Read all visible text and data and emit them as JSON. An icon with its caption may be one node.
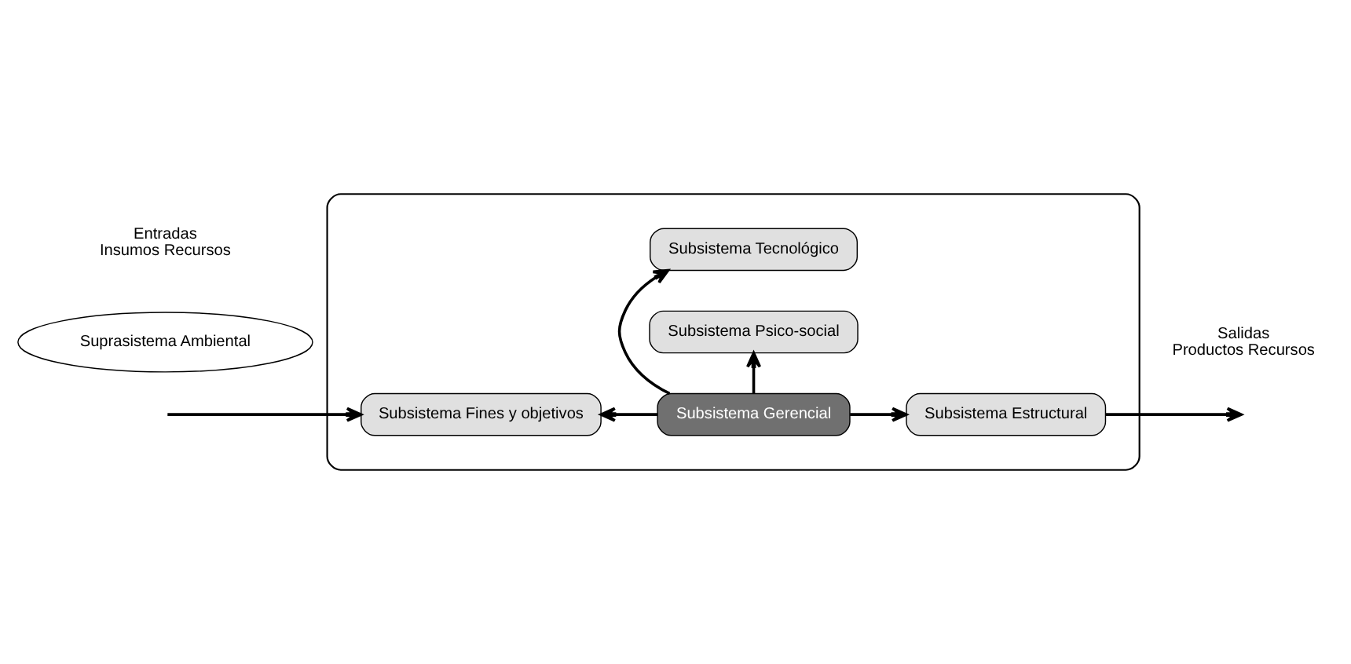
{
  "diagram": {
    "nodes": [
      {
        "text": [],
        "shape": "ellipse"
      },
      {
        "text": [
          "Suprasistema Ambiental"
        ]
      },
      {
        "text": [
          "Subsistema Tecnológico"
        ],
        "in": 0
      },
      {
        "text": [
          "Subsistema Fines y objetivos"
        ],
        "in": 0
      },
      {
        "text": [
          "Subsistema Gerencial"
        ],
        "in": 0
      },
      {
        "text": [
          "Subsistema Estructural"
        ],
        "in": 0
      },
      {
        "text": [
          "Subsistema Psico-social"
        ],
        "in": 0
      }
    ],
    "edges": [
      {
        "from": null,
        "to": 3,
        "arrow": "to"
      },
      {
        "from": 4,
        "to": 2,
        "arrow": "to"
      },
      {
        "from": 4,
        "to": 3,
        "arrow": "to"
      },
      {
        "from": 4,
        "to": 5,
        "arrow": "to"
      },
      {
        "from": 4,
        "to": 6,
        "arrow": "to"
      },
      {
        "from": 5,
        "to": null,
        "arrow": "to"
      }
    ],
    "labels": [
      "Entradas",
      "Insumos Recursos",
      "Salidas",
      "Productos Recursos"
    ]
  }
}
